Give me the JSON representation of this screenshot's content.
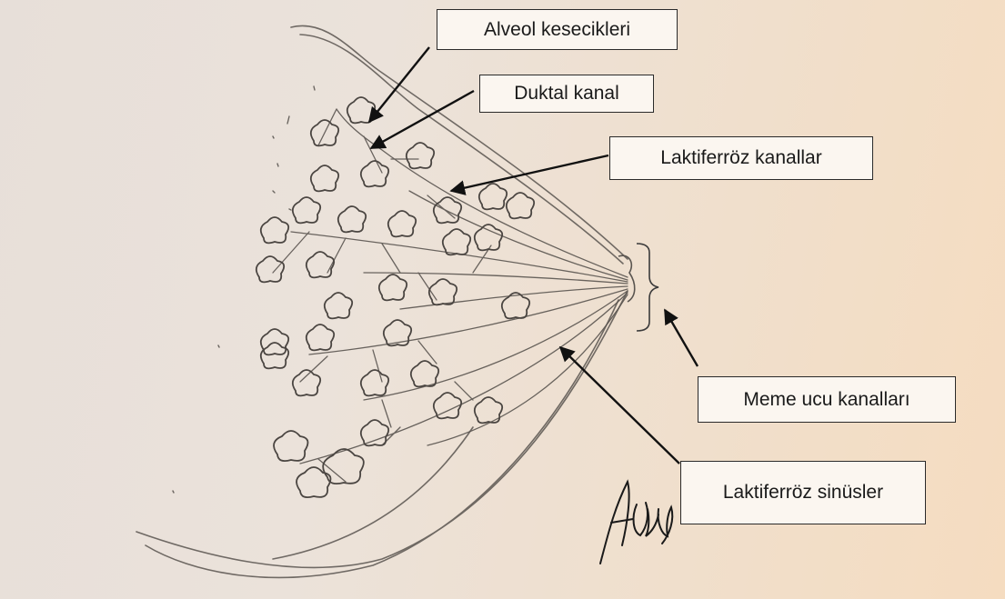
{
  "labels": {
    "alveol": "Alveol kesecikleri",
    "duktal": "Duktal kanal",
    "laktiferroz_kanallar": "Laktiferröz kanallar",
    "meme_ucu": "Meme ucu kanalları",
    "laktiferroz_sinusler": "Laktiferröz sinüsler"
  },
  "signature": "AKulg",
  "colors": {
    "pencil": "#5a5550",
    "arrow": "#111111",
    "paper": "#ece1d6"
  }
}
